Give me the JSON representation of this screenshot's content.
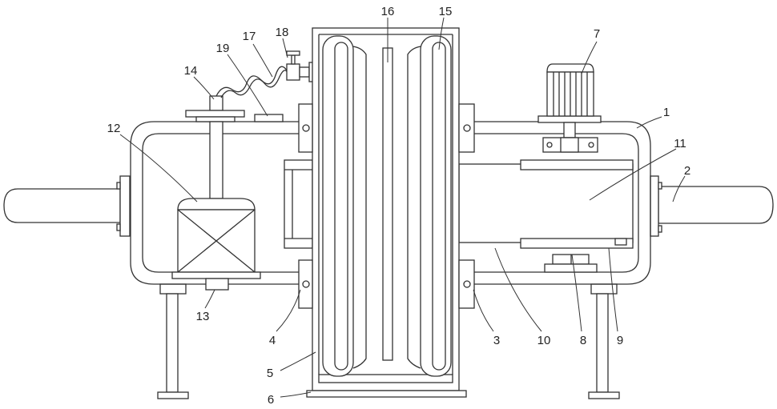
{
  "colors": {
    "line": "#333333",
    "background": "#ffffff"
  },
  "labels": {
    "p1": "1",
    "p2": "2",
    "p3": "3",
    "p4": "4",
    "p5": "5",
    "p6": "6",
    "p7": "7",
    "p8": "8",
    "p9": "9",
    "p10": "10",
    "p11": "11",
    "p12": "12",
    "p13": "13",
    "p14": "14",
    "p15": "15",
    "p16": "16",
    "p17": "17",
    "p18": "18",
    "p19": "19"
  }
}
